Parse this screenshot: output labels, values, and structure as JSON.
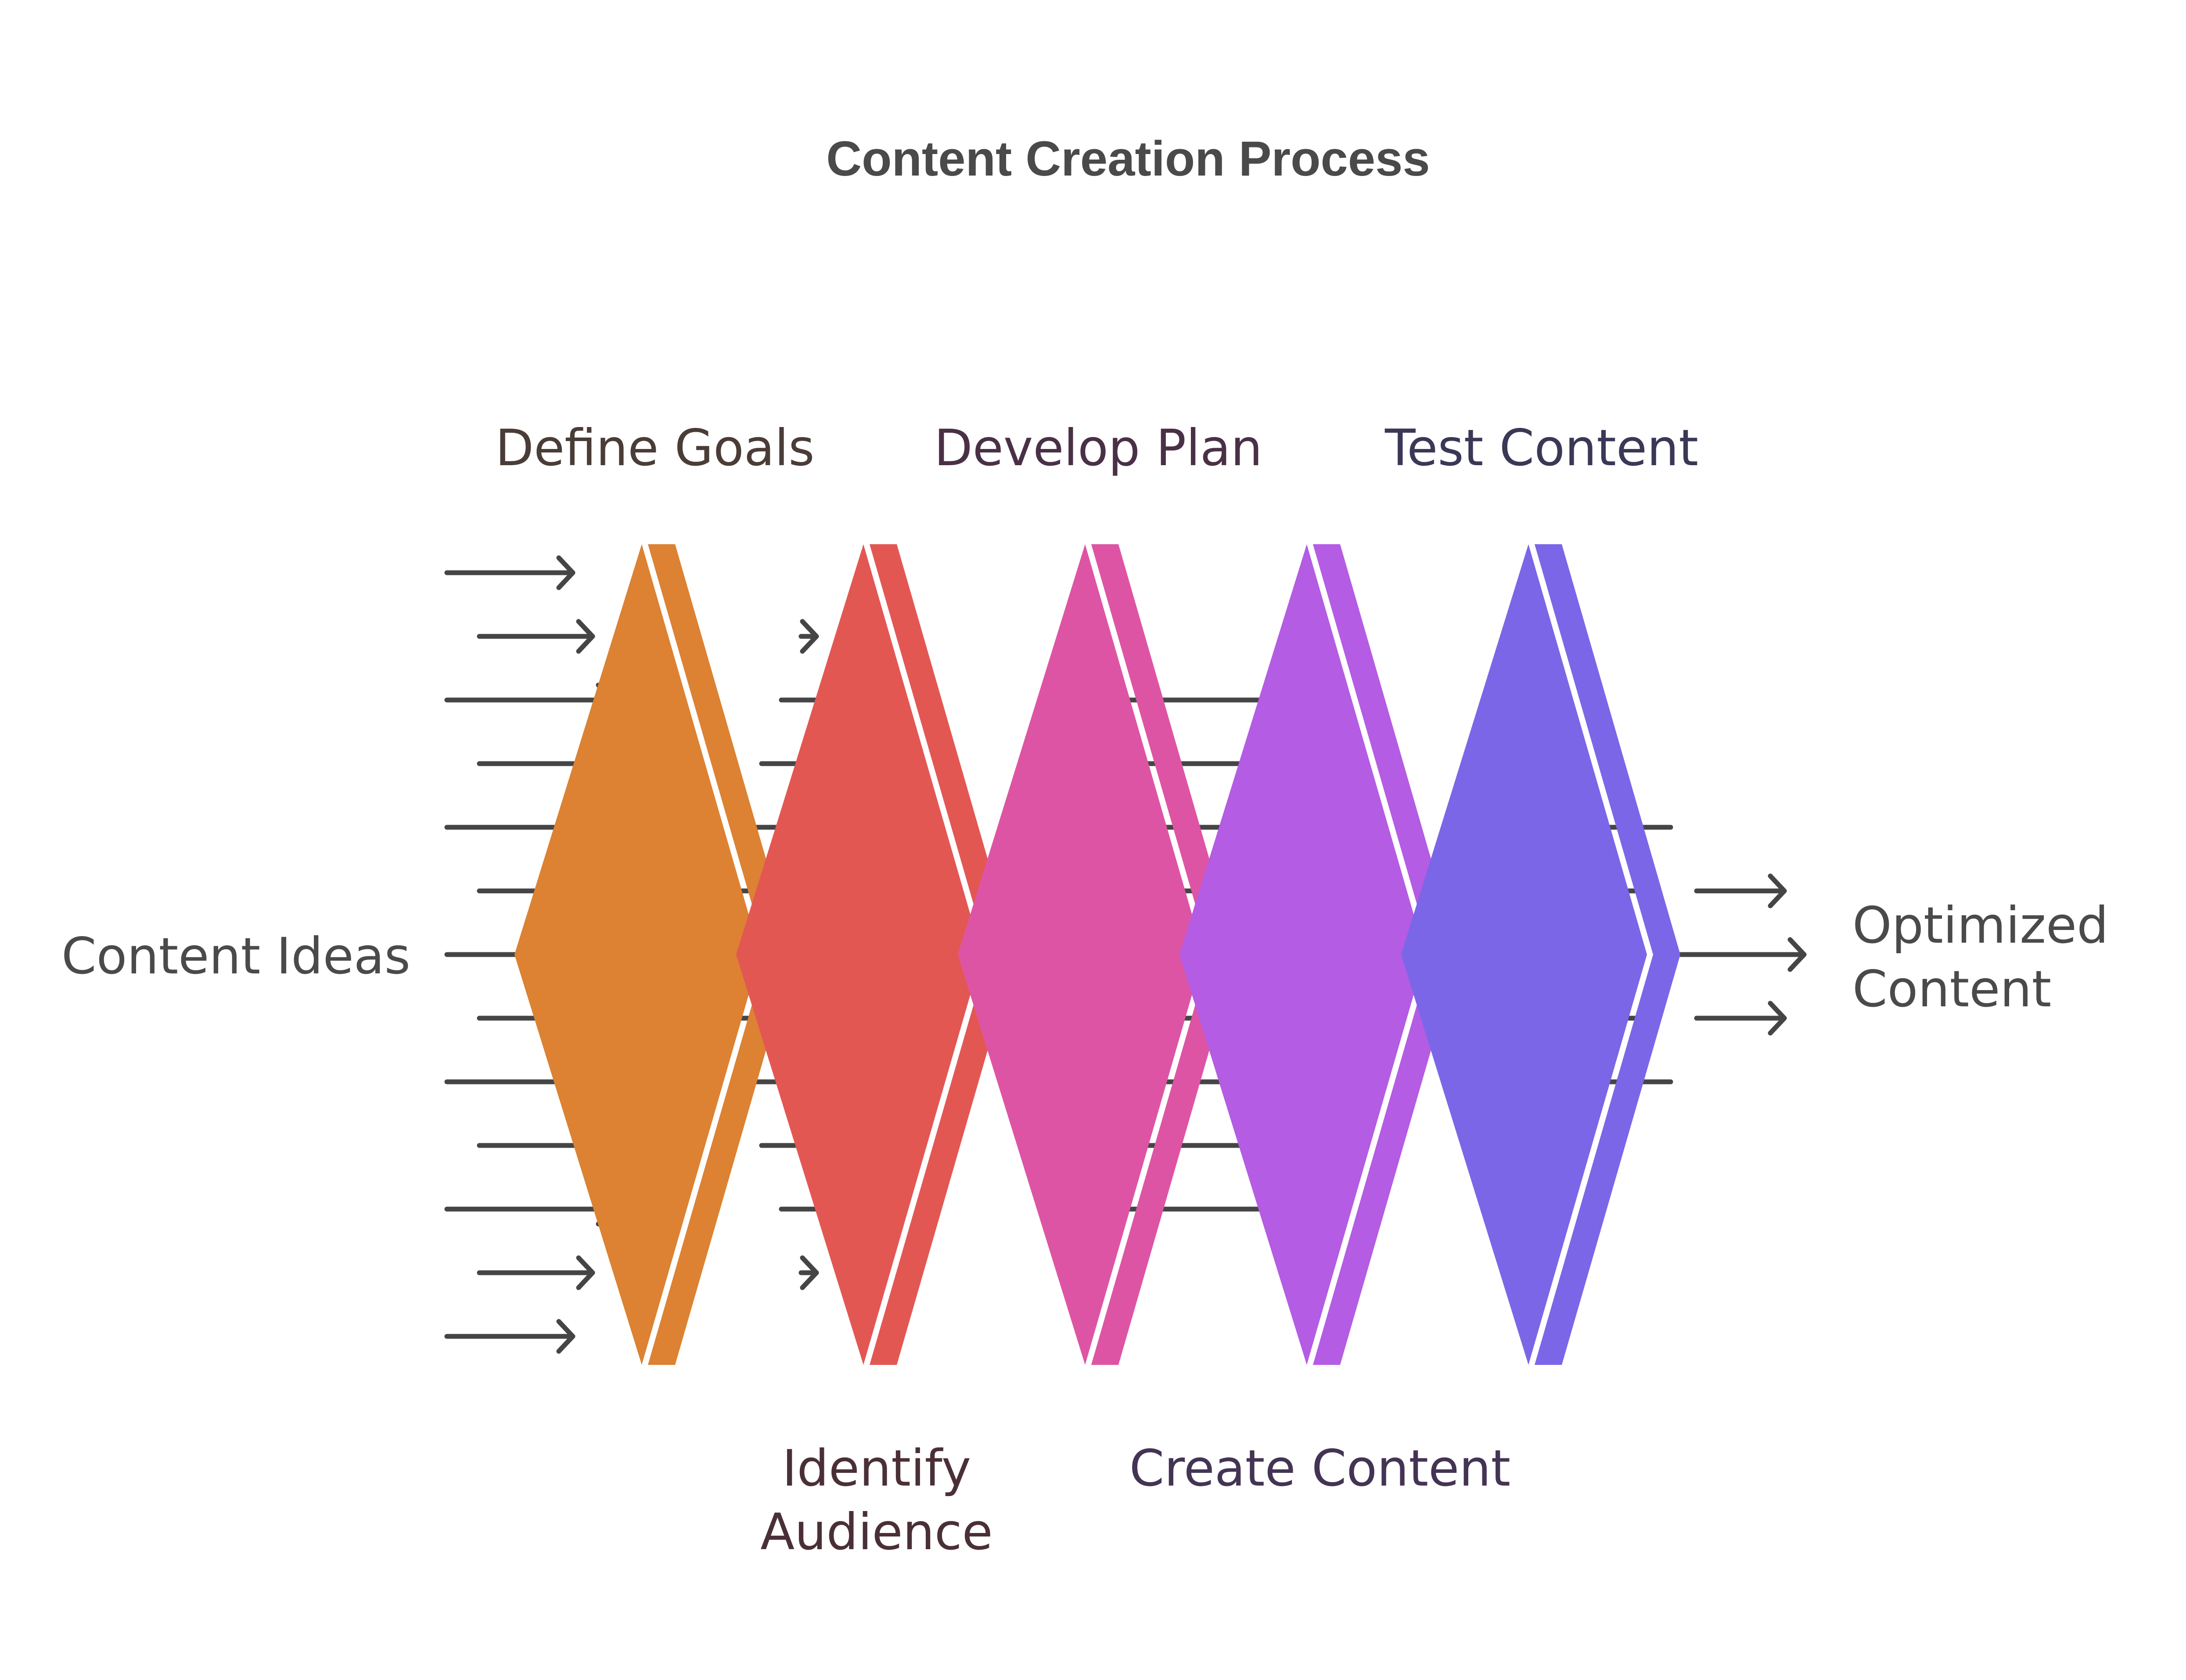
{
  "title": "Content Creation Process",
  "input": {
    "lines": [
      "Content Ideas"
    ]
  },
  "output": {
    "lines": [
      "Optimized",
      "Content"
    ]
  },
  "stages": [
    {
      "name": "define-goals",
      "lines": [
        "Define Goals"
      ],
      "label_position": "top",
      "color": "#DC8232",
      "label_color": "#4A3C36"
    },
    {
      "name": "identify-audience",
      "lines": [
        "Identify",
        "Audience"
      ],
      "label_position": "bottom",
      "color": "#E35753",
      "label_color": "#4A3036"
    },
    {
      "name": "develop-plan",
      "lines": [
        "Develop Plan"
      ],
      "label_position": "top",
      "color": "#DE54A4",
      "label_color": "#4A3046"
    },
    {
      "name": "create-content",
      "lines": [
        "Create Content"
      ],
      "label_position": "bottom",
      "color": "#B45CE3",
      "label_color": "#443454"
    },
    {
      "name": "test-content",
      "lines": [
        "Test Content"
      ],
      "label_position": "top",
      "color": "#7B66E8",
      "label_color": "#3A3856"
    }
  ]
}
